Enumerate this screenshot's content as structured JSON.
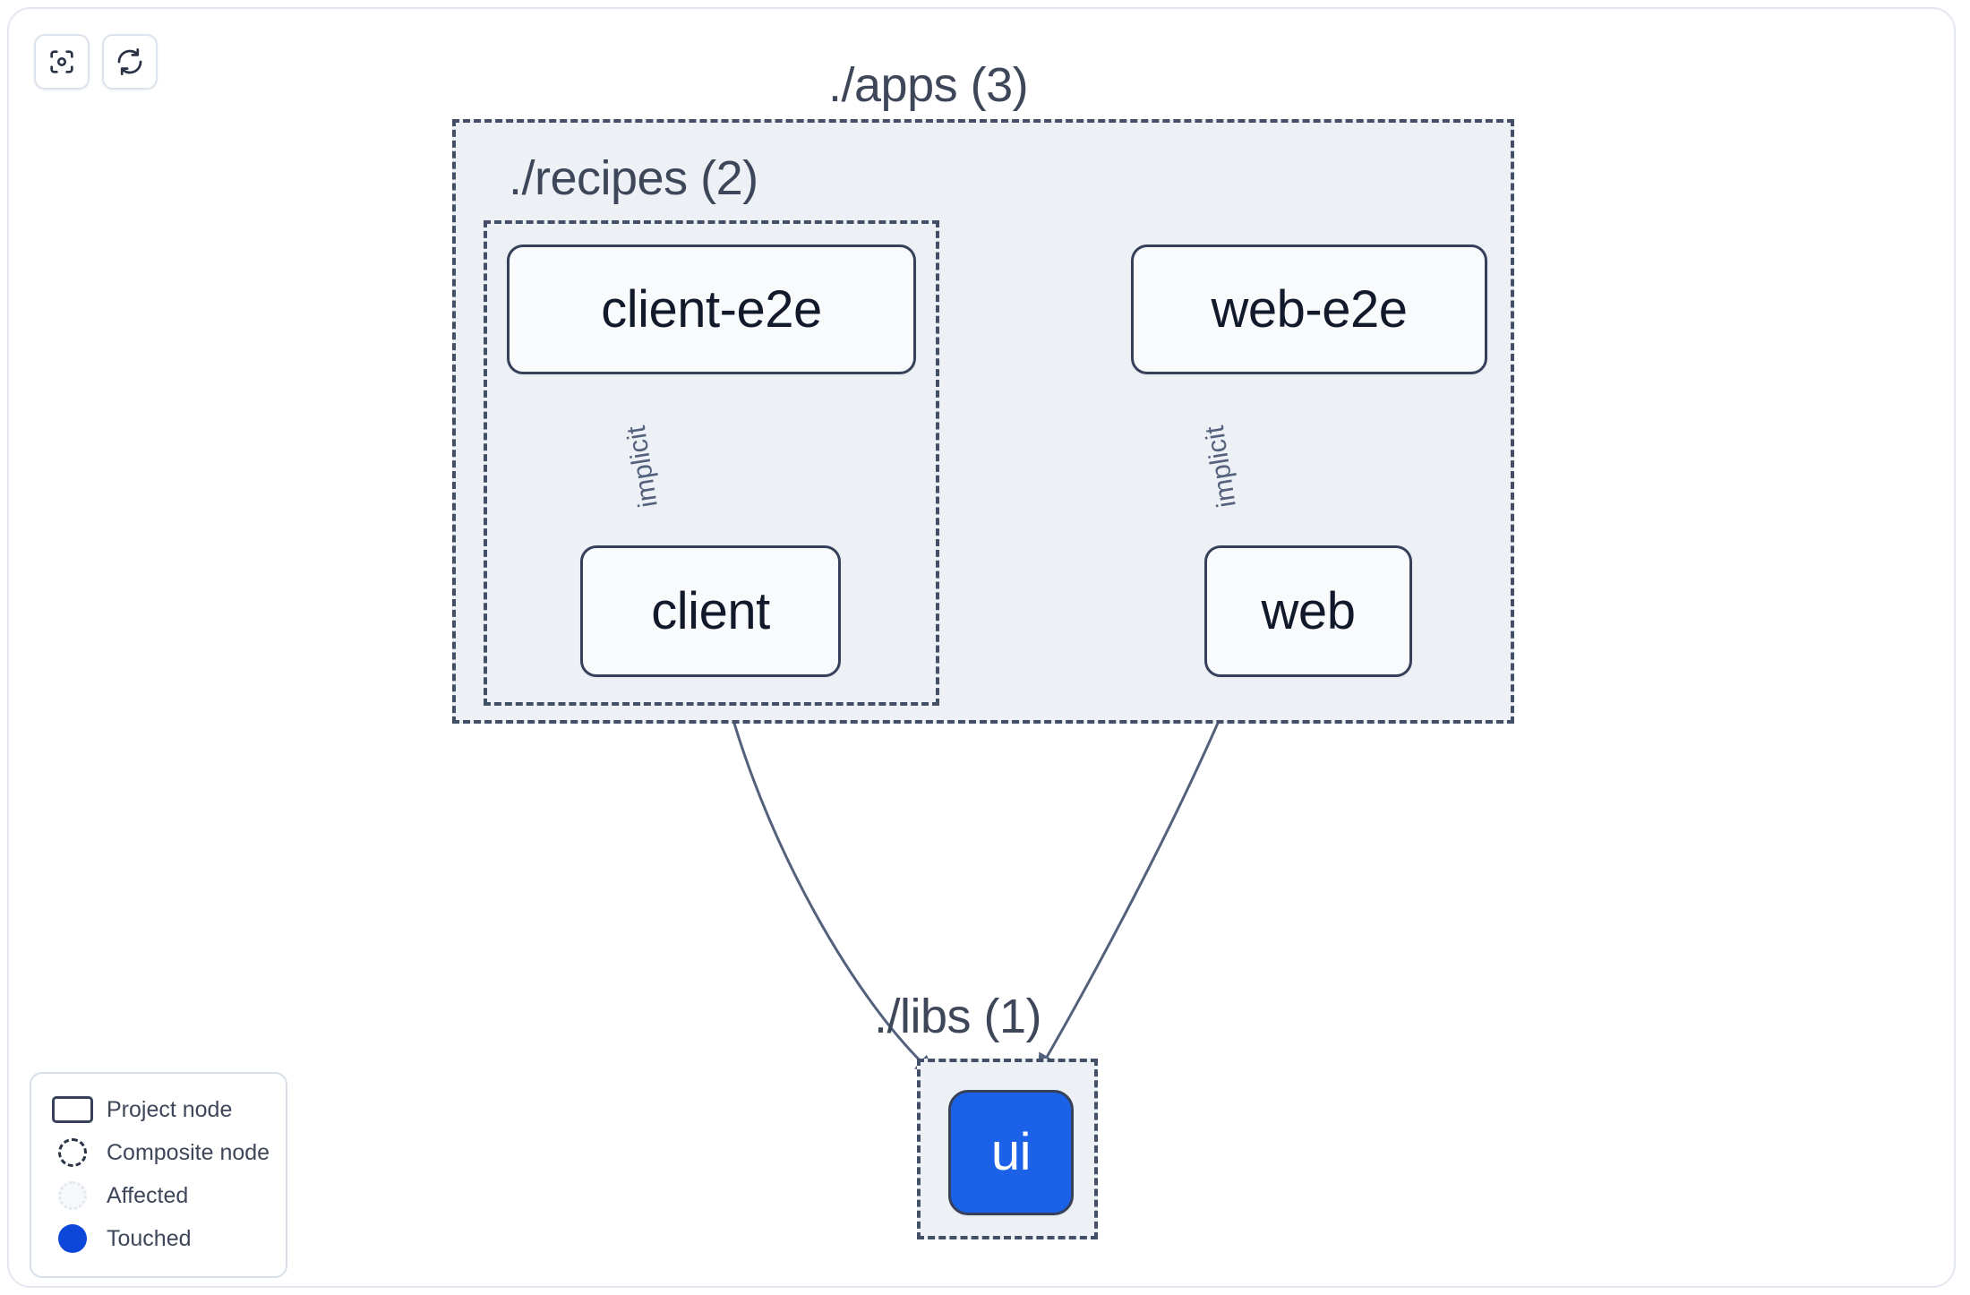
{
  "toolbar": {
    "buttons": [
      {
        "name": "focus-graph-button",
        "icon": "focus-target-icon",
        "label": ""
      },
      {
        "name": "refresh-graph-button",
        "icon": "refresh-sync-icon",
        "label": ""
      }
    ]
  },
  "graph": {
    "groups": [
      {
        "id": "apps",
        "label": "./apps (3)",
        "count": 3
      },
      {
        "id": "recipes",
        "label": "./recipes (2)",
        "count": 2
      },
      {
        "id": "libs",
        "label": "./libs (1)",
        "count": 1
      }
    ],
    "nodes": [
      {
        "id": "client-e2e",
        "label": "client-e2e",
        "group": "recipes",
        "state": "project"
      },
      {
        "id": "web-e2e",
        "label": "web-e2e",
        "group": "apps",
        "state": "project"
      },
      {
        "id": "client",
        "label": "client",
        "group": "recipes",
        "state": "project"
      },
      {
        "id": "web",
        "label": "web",
        "group": "apps",
        "state": "project"
      },
      {
        "id": "ui",
        "label": "ui",
        "group": "libs",
        "state": "touched"
      }
    ],
    "edges": [
      {
        "from": "client-e2e",
        "to": "client",
        "label": "implicit"
      },
      {
        "from": "web-e2e",
        "to": "web",
        "label": "implicit"
      },
      {
        "from": "client",
        "to": "ui",
        "label": ""
      },
      {
        "from": "web",
        "to": "ui",
        "label": ""
      }
    ]
  },
  "legend": {
    "items": [
      {
        "swatch": "project-node-swatch",
        "label": "Project node"
      },
      {
        "swatch": "composite-node-swatch",
        "label": "Composite node"
      },
      {
        "swatch": "affected-swatch",
        "label": "Affected"
      },
      {
        "swatch": "touched-swatch",
        "label": "Touched"
      }
    ]
  },
  "colors": {
    "touched": "#1b62e8",
    "touched_legend": "#0d47d9",
    "node_border": "#36405a",
    "node_fill": "#f8fafc",
    "group_border": "#434f66",
    "group_fill": "#edf0f5",
    "edge_stroke": "#53617c",
    "text": "#12192b",
    "muted_text": "#3d4759"
  }
}
